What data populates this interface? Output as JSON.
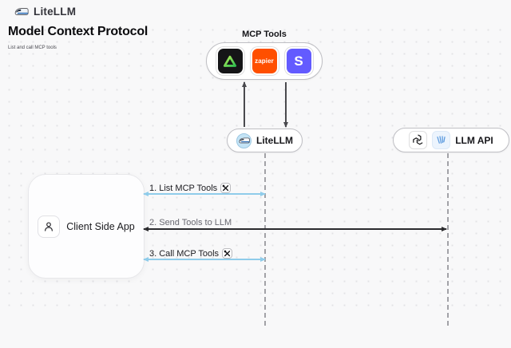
{
  "header": {
    "brand": "LiteLLM",
    "title": "Model Context Protocol",
    "subtitle": "List and call MCP tools"
  },
  "mcp_tools": {
    "label": "MCP Tools",
    "zapier_text": "zapier",
    "stripe_letter": "S",
    "icons": [
      "triangle-app-icon",
      "zapier-icon",
      "stripe-icon"
    ]
  },
  "nodes": {
    "litellm": "LiteLLM",
    "llm_api": "LLM API",
    "client": "Client Side App"
  },
  "sequence": {
    "steps": [
      {
        "label": "1. List MCP Tools",
        "has_tools_icon": true,
        "color": "blue"
      },
      {
        "label": "2. Send Tools to LLM",
        "has_tools_icon": false,
        "color": "dark"
      },
      {
        "label": "3. Call MCP Tools",
        "has_tools_icon": true,
        "color": "blue"
      }
    ]
  },
  "colors": {
    "background": "#f8f8f9",
    "blue_arrow": "#8fccea",
    "dark_arrow": "#2b2b2e",
    "zapier_orange": "#ff4f00",
    "stripe_indigo": "#635bff",
    "triangle_green": "#4fdd57",
    "litellm_badge_blue": "#c4e4f6"
  }
}
